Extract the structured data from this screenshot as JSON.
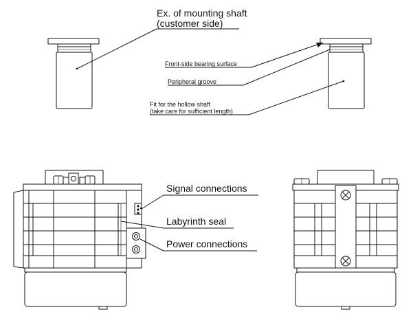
{
  "labels": {
    "mounting_shaft_line1": "Ex. of mounting shaft",
    "mounting_shaft_line2": "(customer side)",
    "front_bearing": "Front-side bearing surface",
    "peripheral_groove": "Peripheral groove",
    "hollow_fit_line1": "Fit for the hollow shaft",
    "hollow_fit_line2": "(take care for sufficient length)",
    "signal_connections": "Signal connections",
    "labyrinth_seal": "Labyrinth seal",
    "power_connections": "Power connections"
  }
}
